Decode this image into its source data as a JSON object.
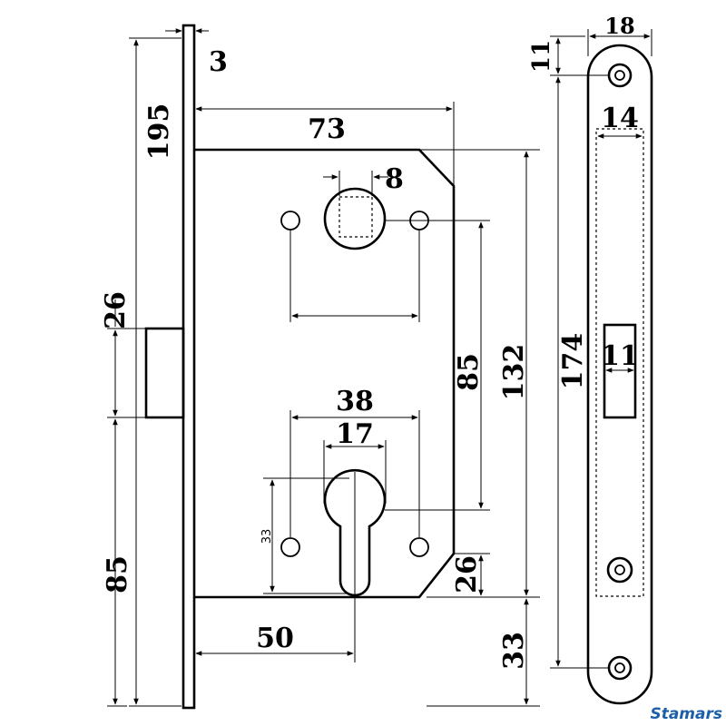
{
  "dimensions": {
    "faceplate_thickness": "3",
    "overall_height": "195",
    "case_width": "73",
    "spindle_square": "8",
    "latch_height": "26",
    "latch_to_bottom": "85",
    "backset": "50",
    "hole_spacing_wide": "38",
    "cylinder_width": "17",
    "cylinder_height": "33",
    "spindle_to_cylinder": "85",
    "case_height": "132",
    "lower_chamfer": "26",
    "bottom_extension": "33",
    "strike_width": "18",
    "strike_top_offset": "11",
    "strike_slot_width": "14",
    "strike_height": "174",
    "strike_latch_hole": "11"
  },
  "brand": "Stamars",
  "colors": {
    "line": "#000000",
    "brand": "#1c5fa8"
  }
}
